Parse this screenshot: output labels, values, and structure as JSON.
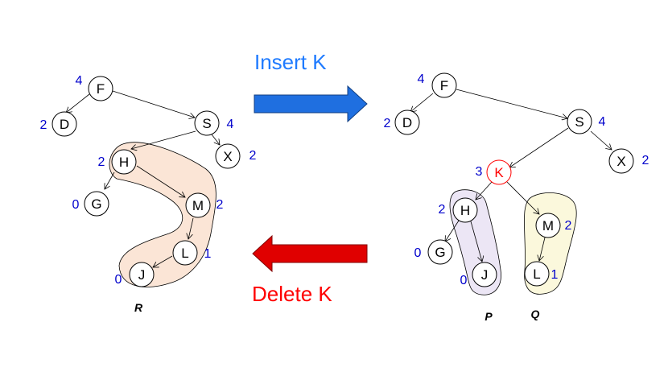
{
  "colors": {
    "insert_arrow": "#1f6fe0",
    "delete_arrow": "#e00000",
    "insert_text": "#1f7bff",
    "delete_text": "#ff0000",
    "numbers": "#0000cc",
    "highlight_node": "#ff0000",
    "blob_R": "#fbe5d6",
    "blob_P": "#ece6f5",
    "blob_Q": "#fbf8dc"
  },
  "labels": {
    "insert": "Insert K",
    "delete": "Delete K"
  },
  "left_tree": {
    "nodes": {
      "F": {
        "label": "F",
        "num": "4"
      },
      "D": {
        "label": "D",
        "num": "2"
      },
      "S": {
        "label": "S",
        "num": "4"
      },
      "X": {
        "label": "X",
        "num": "2"
      },
      "H": {
        "label": "H",
        "num": "2"
      },
      "G": {
        "label": "G",
        "num": "0"
      },
      "M": {
        "label": "M",
        "num": "2"
      },
      "L": {
        "label": "L",
        "num": "1"
      },
      "J": {
        "label": "J",
        "num": "0"
      }
    },
    "blob_label": "R"
  },
  "right_tree": {
    "nodes": {
      "F": {
        "label": "F",
        "num": "4"
      },
      "D": {
        "label": "D",
        "num": "2"
      },
      "S": {
        "label": "S",
        "num": "4"
      },
      "X": {
        "label": "X",
        "num": "2"
      },
      "K": {
        "label": "K",
        "num": "3"
      },
      "H": {
        "label": "H",
        "num": "2"
      },
      "G": {
        "label": "G",
        "num": "0"
      },
      "J": {
        "label": "J",
        "num": "0"
      },
      "M": {
        "label": "M",
        "num": "2"
      },
      "L": {
        "label": "L",
        "num": "1"
      }
    },
    "blob_labels": {
      "P": "P",
      "Q": "Q"
    }
  }
}
